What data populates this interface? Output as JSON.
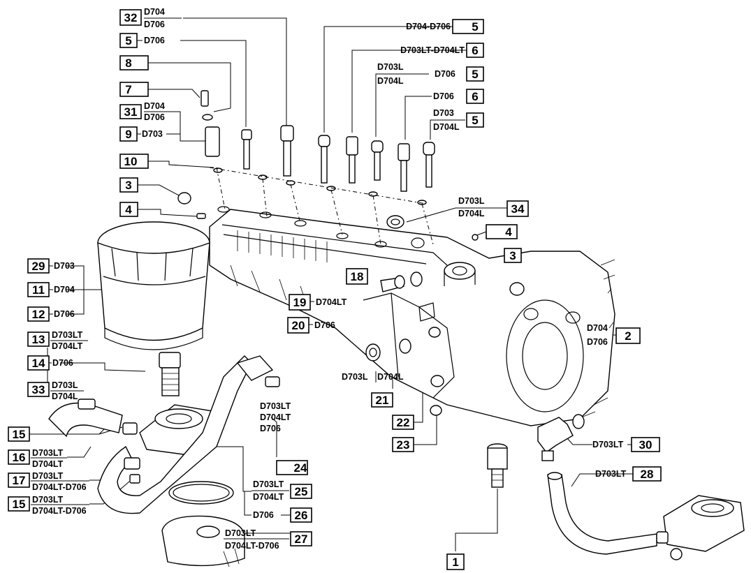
{
  "callouts": {
    "c32": {
      "num": "32",
      "lines": [
        "D704",
        "D706"
      ]
    },
    "c5a": {
      "num": "5",
      "lines": [
        "D706"
      ]
    },
    "c8": {
      "num": "8",
      "lines": []
    },
    "c7": {
      "num": "7",
      "lines": []
    },
    "c31": {
      "num": "31",
      "lines": [
        "D704",
        "D706"
      ]
    },
    "c9": {
      "num": "9",
      "lines": [
        "D703"
      ]
    },
    "c10": {
      "num": "10",
      "lines": []
    },
    "c3a": {
      "num": "3",
      "lines": []
    },
    "c4a": {
      "num": "4",
      "lines": []
    },
    "c5b": {
      "num": "5",
      "lines": [
        "D704-D706"
      ]
    },
    "c6a": {
      "num": "6",
      "lines": [
        "D703LT-D704LT"
      ]
    },
    "c5c": {
      "num": "5",
      "lines": [
        "D703L",
        "D704L"
      ],
      "tail": "D706"
    },
    "c6b": {
      "num": "6",
      "lines": [
        "D706"
      ]
    },
    "c5d": {
      "num": "5",
      "lines": [
        "D703",
        "D704L"
      ]
    },
    "c34": {
      "num": "34",
      "lines": [
        "D703L",
        "D704L"
      ]
    },
    "c4b": {
      "num": "4",
      "lines": []
    },
    "c3b": {
      "num": "3",
      "lines": []
    },
    "c2": {
      "num": "2",
      "lines": [
        "D704",
        "D706"
      ]
    },
    "c29": {
      "num": "29",
      "lines": [
        "D703"
      ]
    },
    "c11": {
      "num": "11",
      "lines": [
        "D704"
      ]
    },
    "c12": {
      "num": "12",
      "lines": [
        "D706"
      ]
    },
    "c18": {
      "num": "18",
      "lines": []
    },
    "c19": {
      "num": "19",
      "lines": [
        "D704LT"
      ]
    },
    "c20": {
      "num": "20",
      "lines": [
        "D706"
      ]
    },
    "c13": {
      "num": "13",
      "lines": [
        "D703LT",
        "D704LT"
      ]
    },
    "c14": {
      "num": "14",
      "lines": [
        "D706"
      ]
    },
    "c33": {
      "num": "33",
      "lines": [
        "D703L",
        "D704L"
      ]
    },
    "c21": {
      "num": "21",
      "lines": [
        "D703L",
        "D704L"
      ]
    },
    "c22": {
      "num": "22",
      "lines": []
    },
    "c23": {
      "num": "23",
      "lines": []
    },
    "c15a": {
      "num": "15",
      "lines": []
    },
    "c16": {
      "num": "16",
      "lines": [
        "D703LT",
        "D704LT"
      ]
    },
    "c17": {
      "num": "17",
      "lines": [
        "D703LT",
        "D704LT-D706"
      ]
    },
    "c15b": {
      "num": "15",
      "lines": [
        "D703LT",
        "D704LT-D706"
      ]
    },
    "c24": {
      "num": "24",
      "lines": [
        "D703LT",
        "D704LT",
        "D706"
      ]
    },
    "c25": {
      "num": "25",
      "lines": [
        "D703LT",
        "D704LT"
      ]
    },
    "c26": {
      "num": "26",
      "lines": [
        "D706"
      ]
    },
    "c27": {
      "num": "27",
      "lines": [
        "D703LT",
        "D704LT-D706"
      ]
    },
    "c30": {
      "num": "30",
      "lines": [
        "D703LT"
      ]
    },
    "c28": {
      "num": "28",
      "lines": [
        "D703LT"
      ]
    },
    "c1": {
      "num": "1",
      "lines": []
    }
  }
}
